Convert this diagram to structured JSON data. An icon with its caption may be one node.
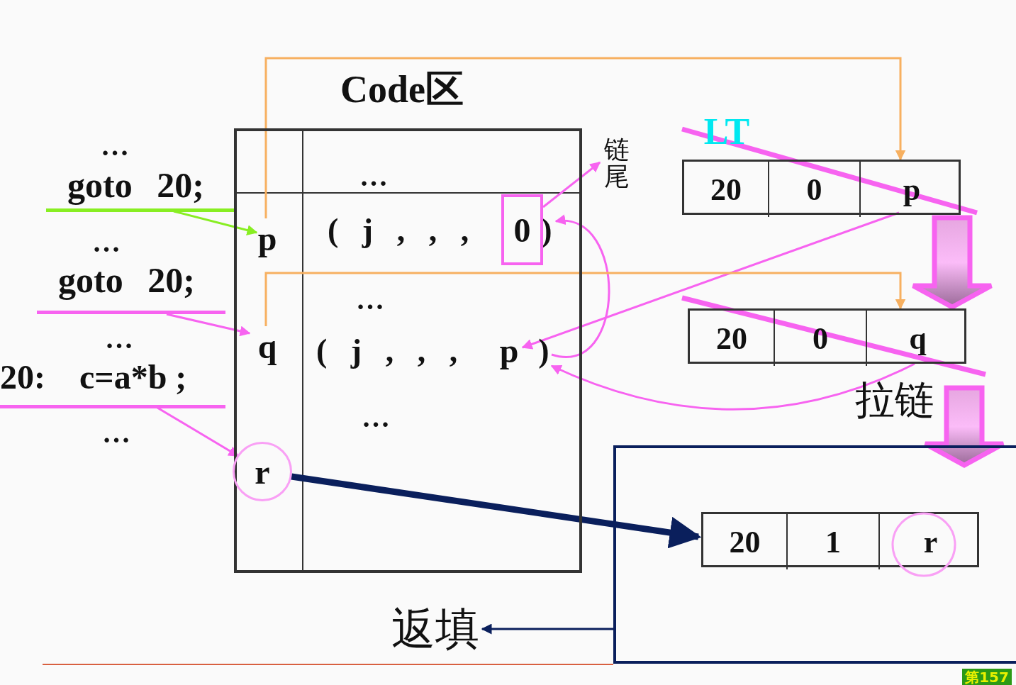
{
  "diagram": {
    "nodes": [
      {
        "text": [
          "Code区"
        ]
      },
      {
        "text": [
          "p"
        ],
        "in": 0
      },
      {
        "text": [
          "q"
        ],
        "in": 0
      },
      {
        "text": [
          "r"
        ],
        "in": 0
      },
      {
        "text": [
          "( j , , ,",
          ")"
        ],
        "in": 0
      },
      {
        "text": [
          "0"
        ],
        "in": 4
      },
      {
        "text": [
          "( j , , ,",
          ")"
        ],
        "in": 0
      },
      {
        "text": [
          "p"
        ],
        "in": 6
      },
      {
        "text": [
          "goto 20;"
        ]
      },
      {
        "text": [
          "goto 20;"
        ]
      },
      {
        "text": [
          "20:",
          "c=a*b ;"
        ]
      },
      {
        "text": [
          "链尾"
        ]
      },
      {
        "text": [],
        "shape": "box"
      },
      {
        "text": [
          "20"
        ],
        "in": 12
      },
      {
        "text": [
          "0"
        ],
        "in": 12
      },
      {
        "text": [
          "p"
        ],
        "in": 12
      },
      {
        "text": [],
        "shape": "box"
      },
      {
        "text": [
          "20"
        ],
        "in": 16
      },
      {
        "text": [
          "0"
        ],
        "in": 16
      },
      {
        "text": [
          "q"
        ],
        "in": 16
      },
      {
        "text": [],
        "shape": "box"
      },
      {
        "text": [],
        "shape": "box",
        "in": 20
      },
      {
        "text": [
          "20"
        ],
        "in": 21
      },
      {
        "text": [
          "1"
        ],
        "in": 21
      },
      {
        "text": [
          "r"
        ],
        "in": 21
      },
      {
        "text": [
          "返填"
        ]
      }
    ],
    "edges": [
      {
        "from": 8,
        "to": 1,
        "arrow": "to",
        "color": "#88ee22"
      },
      {
        "from": 9,
        "to": 2,
        "arrow": "to"
      },
      {
        "from": 10,
        "to": 3,
        "arrow": "to"
      },
      {
        "from": 5,
        "to": 11,
        "arrow": "to"
      },
      {
        "from": 15,
        "to": 7,
        "arrow": "to"
      },
      {
        "from": 6,
        "to": 4,
        "arrow": "to"
      },
      {
        "from": 19,
        "to": 6,
        "arrow": "to"
      },
      {
        "from": 1,
        "to": 15,
        "arrow": "to",
        "color": "#f7b060"
      },
      {
        "from": 2,
        "to": 19,
        "arrow": "to",
        "color": "#f7b060"
      },
      {
        "from": 3,
        "to": 21,
        "arrow": "to",
        "color": "#0a1f5c",
        "style": "thick"
      },
      {
        "from": 20,
        "to": 25,
        "arrow": "to",
        "color": "#0a1f5c"
      },
      {
        "from": 12,
        "to": 16,
        "arrow": "to",
        "style": "thick"
      },
      {
        "from": 16,
        "to": 20,
        "arrow": "to",
        "style": "thick"
      }
    ],
    "labels": [
      "LT",
      "…",
      "…",
      "…",
      "…",
      "…",
      "拉链",
      "…",
      "…",
      "第157"
    ]
  }
}
